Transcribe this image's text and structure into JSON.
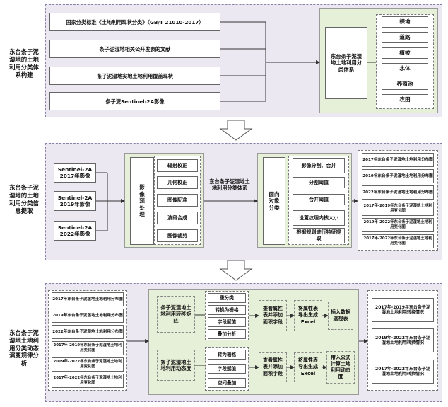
{
  "stages": [
    {
      "label": "东台条子泥湿地的土地利用分类体系构建"
    },
    {
      "label": "东台条子泥湿地的土地利用分类信息提取"
    },
    {
      "label": "东台条子泥湿地土地利用分类动态演变规律分析"
    }
  ],
  "stage1": {
    "sources": [
      "国家分类标准《土地利用现状分类》（GB/T 21010-2017）",
      "条子泥湿地相关公开发表的文献",
      "条子泥湿地实地土地利用覆盖现状",
      "条子泥Sentinel-2A影像"
    ],
    "system": "东台条子泥湿地土地利用分类体系",
    "classes": [
      "裸地",
      "道路",
      "植被",
      "水体",
      "养殖池",
      "农田"
    ]
  },
  "stage2": {
    "images": [
      "Sentinel-2A 2017年影像",
      "Sentinel-2A 2019年影像",
      "Sentinel-2A 2022年影像"
    ],
    "preprocess": "影像预处理",
    "preprocess_steps": [
      "辐射校正",
      "几何校正",
      "图像配准",
      "波段合成",
      "图像裁剪"
    ],
    "system": "东台条子泥湿地土地利用分类体系",
    "oo": "面向对象分类",
    "oo_steps": [
      "影像分割、合并",
      "分割阈值",
      "合并阈值",
      "设置纹理内核大小",
      "根据规则进行特征提取"
    ],
    "outputs": [
      "2017年东台条子泥湿地土地利用分布图",
      "2019年东台条子泥湿地土地利用分布图",
      "2022年东台条子泥湿地土地利用分布图",
      "2017年-2019年东台条子泥湿地土地利用变化图",
      "2019年-2022年东台条子泥湿地土地利用变化图",
      "2017年-2022年东台条子泥湿地土地利用变化图"
    ]
  },
  "stage3": {
    "inputs": [
      "2017年东台条子泥湿地土地利用分布图",
      "2019年东台条子泥湿地土地利用分布图",
      "2022年东台条子泥湿地土地利用分布图",
      "2017年-2019年东台条子泥湿地土地利用变化图",
      "2019年-2022年东台条子泥湿地土地利用变化图",
      "2017年-2022年东台条子泥湿地土地利用变化图"
    ],
    "matrix": {
      "label": "条子泥湿地土地利用转移矩阵",
      "steps": [
        "重分类",
        "转换为栅格",
        "字段赋值",
        "叠加分析"
      ],
      "view": "查看属性表并添加面积字段",
      "export": "将属性表导出生成Excel",
      "final": "插入数据透视表"
    },
    "dynamic": {
      "label": "条子泥湿地土地利用动态度",
      "steps": [
        "转为栅格",
        "字段赋值",
        "空间叠加"
      ],
      "view": "查看属性表并添加面积字段",
      "export": "将属性表导出生成Excel",
      "final": "带入公式计算土地利用动态度"
    },
    "outputs": [
      "2017年-2019年东台条子泥湿地土地利用转换情况",
      "2019年-2022年东台条子泥湿地土地利用转换情况",
      "2017年-2022年东台条子泥湿地土地利用转换情况"
    ]
  },
  "colors": {
    "panel": "#ece8f1",
    "green": "#e6efd7",
    "border": "#666666"
  }
}
